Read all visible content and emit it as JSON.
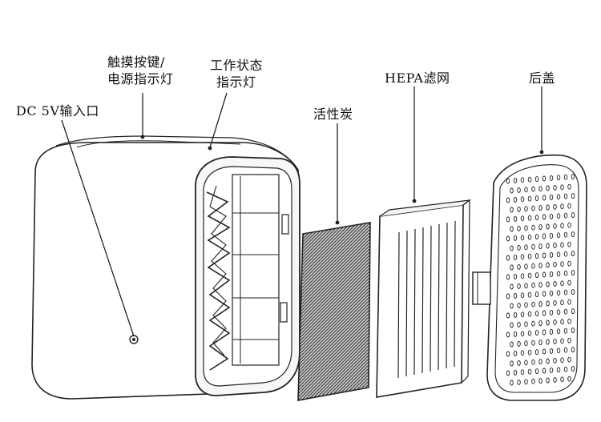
{
  "labels": {
    "dc_input": "DC 5V输入口",
    "touch_key_line1": "触摸按键/",
    "touch_key_line2": "电源指示灯",
    "status_line1": "工作状态",
    "status_line2": "指示灯",
    "activated_carbon": "活性炭",
    "hepa": "HEPA滤网",
    "back_cover": "后盖"
  }
}
